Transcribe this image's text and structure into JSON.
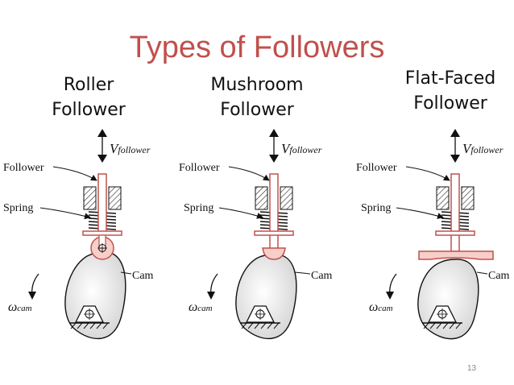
{
  "slide": {
    "title": "Types of Followers",
    "page_number": "13",
    "colors": {
      "title": "#c0504d",
      "follower_outline": "#c0504d",
      "follower_fill": "#f7cfc9",
      "cam_fill": "#e2e2e2"
    }
  },
  "panels": [
    {
      "heading_line1": "Roller",
      "heading_line2": "Follower",
      "velocity_symbol": "V",
      "velocity_subscript": "follower",
      "follower_label": "Follower",
      "spring_label": "Spring",
      "cam_label": "Cam",
      "omega_symbol": "ω",
      "omega_subscript": "cam"
    },
    {
      "heading_line1": "Mushroom",
      "heading_line2": "Follower",
      "velocity_symbol": "V",
      "velocity_subscript": "follower",
      "follower_label": "Follower",
      "spring_label": "Spring",
      "cam_label": "Cam",
      "omega_symbol": "ω",
      "omega_subscript": "cam"
    },
    {
      "heading_line1": "Flat-Faced",
      "heading_line2": "Follower",
      "velocity_symbol": "V",
      "velocity_subscript": "follower",
      "follower_label": "Follower",
      "spring_label": "Spring",
      "cam_label": "Cam",
      "omega_symbol": "ω",
      "omega_subscript": "cam"
    }
  ]
}
